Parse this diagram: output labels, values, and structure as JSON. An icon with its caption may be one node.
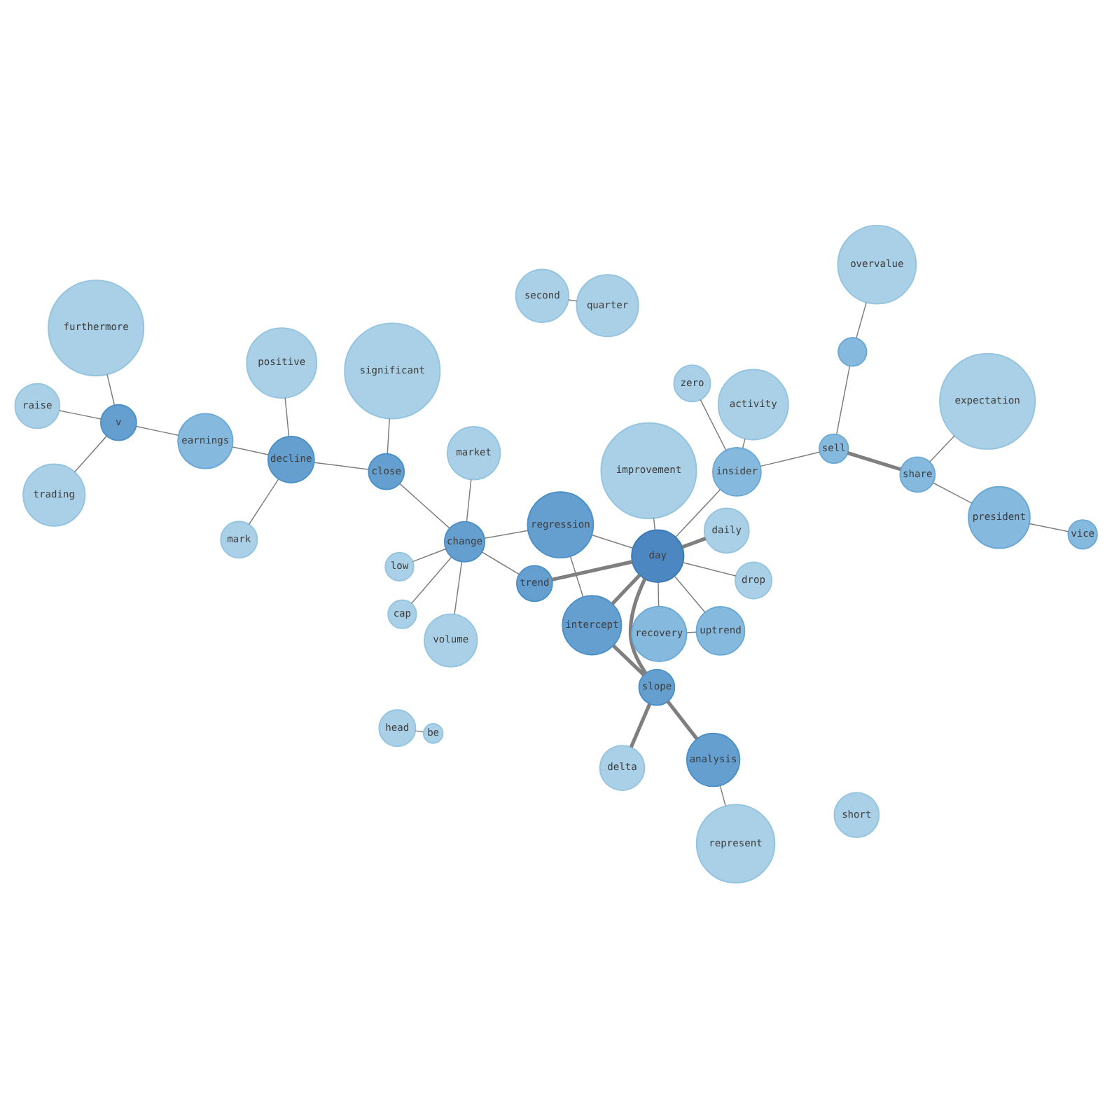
{
  "diagram": {
    "nodes": [
      {
        "text": [
          "mark"
        ]
      },
      {
        "text": [
          "head"
        ]
      },
      {
        "text": [
          "expectation"
        ]
      },
      {
        "text": [
          "earnings"
        ]
      },
      {
        "text": [
          "low"
        ]
      },
      {
        "text": [
          "daily"
        ]
      },
      {
        "text": [
          "change"
        ]
      },
      {
        "text": [
          "trend"
        ]
      },
      {
        "text": [
          "volume"
        ]
      },
      {
        "text": [
          "trading"
        ]
      },
      {
        "text": [
          "cap"
        ]
      },
      {
        "text": [
          "intercept"
        ]
      },
      {
        "text": [
          "zero"
        ]
      },
      {
        "text": [
          "market"
        ]
      },
      {
        "text": [
          "slope"
        ]
      },
      {
        "text": [
          "furthermore"
        ]
      },
      {
        "text": [
          "short"
        ]
      },
      {
        "text": [
          "insider"
        ]
      },
      {
        "text": [
          "uptrend"
        ]
      },
      {
        "text": [
          "v"
        ]
      },
      {
        "text": [
          "decline"
        ]
      },
      {
        "text": [
          "regression"
        ]
      },
      {
        "text": [
          "day"
        ]
      },
      {
        "text": [
          "close"
        ]
      },
      {
        "text": [
          "analysis"
        ]
      },
      {
        "text": [
          "overvalue"
        ]
      },
      {
        "text": [
          "activity"
        ]
      },
      {
        "text": [
          "second"
        ]
      },
      {
        "text": [
          "delta"
        ]
      },
      {
        "text": [
          "quarter"
        ]
      },
      {
        "text": [
          "be"
        ]
      },
      {
        "text": [
          "significant"
        ]
      },
      {
        "text": [
          "recovery"
        ]
      },
      {
        "text": [],
        "shape": "circle"
      },
      {
        "text": [
          "drop"
        ]
      },
      {
        "text": [
          "improvement"
        ]
      },
      {
        "text": [
          "represent"
        ]
      },
      {
        "text": [
          "president"
        ]
      },
      {
        "text": [
          "raise"
        ]
      },
      {
        "text": [
          "positive"
        ]
      },
      {
        "text": [
          "vice"
        ]
      },
      {
        "text": [
          "sell"
        ]
      },
      {
        "text": [
          "share"
        ]
      }
    ],
    "edges": [
      {
        "from": 6,
        "to": 4,
        "arrow": "none"
      },
      {
        "from": 6,
        "to": 8,
        "arrow": "none"
      },
      {
        "from": 6,
        "to": 10,
        "arrow": "none"
      },
      {
        "from": 6,
        "to": 7,
        "arrow": "none"
      },
      {
        "from": 6,
        "to": 13,
        "arrow": "none"
      },
      {
        "from": 6,
        "to": 21,
        "arrow": "none"
      },
      {
        "from": 6,
        "to": 23,
        "arrow": "none"
      },
      {
        "from": 0,
        "to": 20,
        "arrow": "none"
      },
      {
        "from": 3,
        "to": 20,
        "arrow": "none"
      },
      {
        "from": 3,
        "to": 19,
        "arrow": "none"
      },
      {
        "from": 1,
        "to": 30,
        "arrow": "none"
      },
      {
        "from": 2,
        "to": 42,
        "arrow": "none"
      },
      {
        "from": 9,
        "to": 19,
        "arrow": "none"
      },
      {
        "from": 15,
        "to": 19,
        "arrow": "none"
      },
      {
        "from": 7,
        "to": 22,
        "arrow": "none",
        "style": "thick"
      },
      {
        "from": 14,
        "to": 22,
        "arrow": "none",
        "style": "thick"
      },
      {
        "from": 14,
        "to": 24,
        "arrow": "none",
        "style": "thick"
      },
      {
        "from": 11,
        "to": 14,
        "arrow": "none",
        "style": "thick"
      },
      {
        "from": 11,
        "to": 21,
        "arrow": "none"
      },
      {
        "from": 11,
        "to": 22,
        "arrow": "none",
        "style": "thick"
      },
      {
        "from": 5,
        "to": 22,
        "arrow": "none",
        "style": "thick"
      },
      {
        "from": 28,
        "to": 14,
        "arrow": "none",
        "style": "thick"
      },
      {
        "from": 22,
        "to": 34,
        "arrow": "none"
      },
      {
        "from": 22,
        "to": 17,
        "arrow": "none"
      },
      {
        "from": 22,
        "to": 18,
        "arrow": "none"
      },
      {
        "from": 22,
        "to": 21,
        "arrow": "none"
      },
      {
        "from": 22,
        "to": 35,
        "arrow": "none"
      },
      {
        "from": 22,
        "to": 32,
        "arrow": "none"
      },
      {
        "from": 24,
        "to": 36,
        "arrow": "none"
      },
      {
        "from": 12,
        "to": 17,
        "arrow": "none"
      },
      {
        "from": 17,
        "to": 26,
        "arrow": "none"
      },
      {
        "from": 17,
        "to": 41,
        "arrow": "none"
      },
      {
        "from": 33,
        "to": 41,
        "arrow": "none"
      },
      {
        "from": 18,
        "to": 32,
        "arrow": "none"
      },
      {
        "from": 27,
        "to": 29,
        "arrow": "none"
      },
      {
        "from": 25,
        "to": 33,
        "arrow": "none"
      },
      {
        "from": 31,
        "to": 23,
        "arrow": "none"
      },
      {
        "from": 20,
        "to": 23,
        "arrow": "none"
      },
      {
        "from": 20,
        "to": 39,
        "arrow": "none"
      },
      {
        "from": 38,
        "to": 19,
        "arrow": "none"
      },
      {
        "from": 37,
        "to": 40,
        "arrow": "none"
      },
      {
        "from": 37,
        "to": 42,
        "arrow": "none"
      },
      {
        "from": 42,
        "to": 41,
        "arrow": "none",
        "style": "thick"
      }
    ]
  }
}
